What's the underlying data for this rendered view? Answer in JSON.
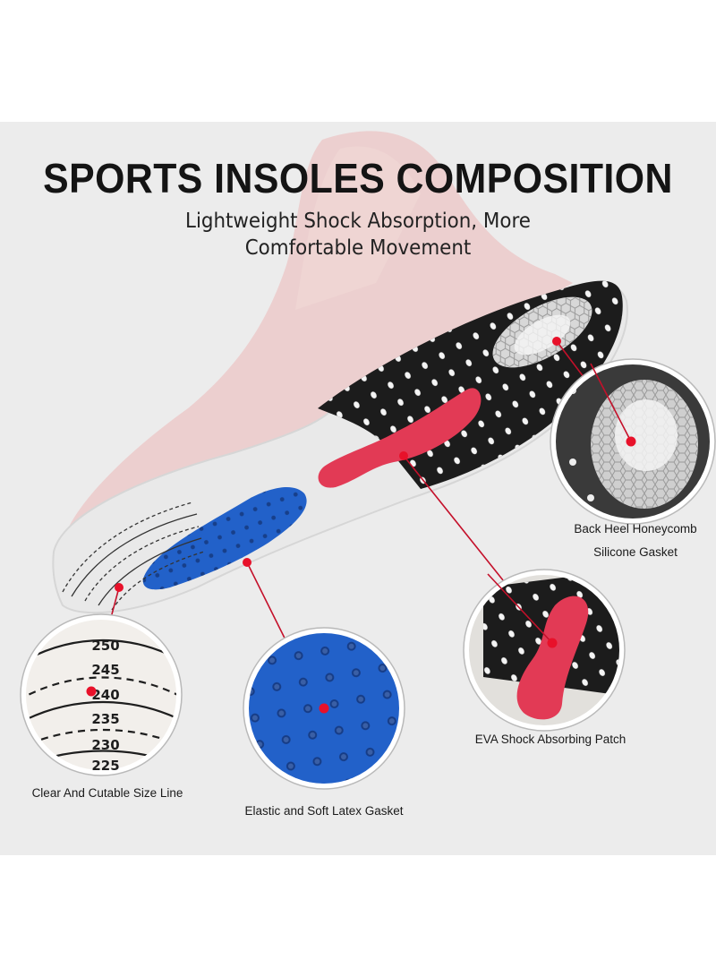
{
  "header": {
    "title": "SPORTS INSOLES COMPOSITION",
    "subtitle": "Lightweight Shock Absorption, More Comfortable Movement"
  },
  "callouts": [
    {
      "id": "heel",
      "label_line1": "Back Heel Honeycomb",
      "label_line2": "Silicone Gasket"
    },
    {
      "id": "arch",
      "label": "EVA Shock Absorbing Patch"
    },
    {
      "id": "forefoot",
      "label": "Elastic and Soft Latex Gasket"
    },
    {
      "id": "size",
      "label": "Clear And Cutable Size Line",
      "size_marks": [
        "250",
        "245",
        "240",
        "235",
        "230",
        "225"
      ]
    }
  ],
  "colors": {
    "panel_bg": "#ececec",
    "accent_red": "#e8112a",
    "latex_blue": "#2261c9",
    "eva_pink": "#e23a55",
    "insole_black": "#1a1a1a"
  }
}
